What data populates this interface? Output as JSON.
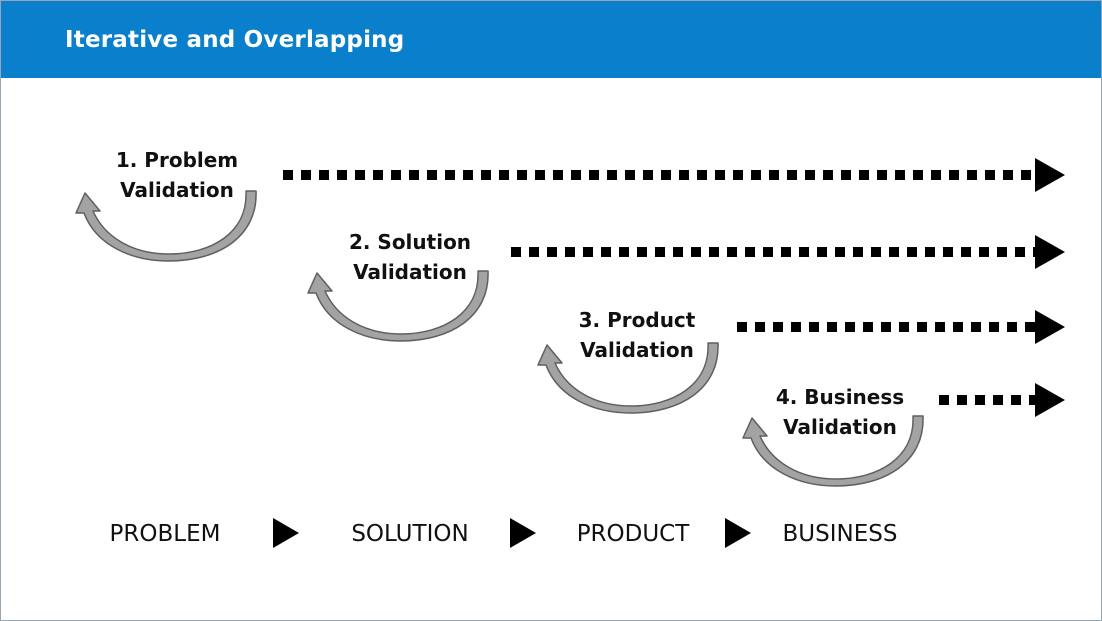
{
  "header": {
    "title": "Iterative and Overlapping",
    "color": "#0a7fcb"
  },
  "stages": [
    {
      "line1": "1. Problem",
      "line2": "Validation"
    },
    {
      "line1": "2. Solution",
      "line2": "Validation"
    },
    {
      "line1": "3. Product",
      "line2": "Validation"
    },
    {
      "line1": "4. Business",
      "line2": "Validation"
    }
  ],
  "flow": {
    "steps": [
      "PROBLEM",
      "SOLUTION",
      "PRODUCT",
      "BUSINESS"
    ],
    "separator_icon": "triangle-right-icon"
  },
  "colors": {
    "loop_arrow_fill": "#a3a3a3",
    "loop_arrow_stroke": "#5f5f5f",
    "dotted_arrow": "#000000"
  }
}
